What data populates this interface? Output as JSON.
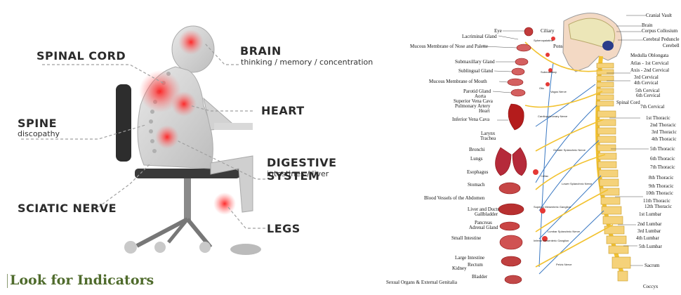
{
  "left_panel": {
    "labels": {
      "spinal_cord": "SPINAL CORD",
      "brain": "BRAIN",
      "brain_sub": "thinking / memory / concentration",
      "spine": "SPINE",
      "spine_sub": "discopathy",
      "heart": "HEART",
      "digestive": "DIGESTIVE SYSTEM",
      "digestive_sub": "intestines / liver",
      "sciatic": "SCIATIC NERVE",
      "legs": "LEGS"
    },
    "heading": "Look for Indicators",
    "colors": {
      "heading": "#4f6b2c",
      "highlight": "#ff2a2a",
      "label": "#2b2b2b"
    }
  },
  "right_panel": {
    "left_labels": [
      "Eye",
      "Lacriminal Gland",
      "Mucous Membrane of Nose and Palette",
      "Submaxillary Gland",
      "Sublingual Gland",
      "Mucous Membrane of Mouth",
      "Parotid Gland",
      "Aorta",
      "Superior Vena Cava",
      "Pulmonary Artery",
      "Heart",
      "Inferior Vena Cava",
      "Larynx",
      "Trachea",
      "Bronchi",
      "Lungs",
      "Esophagus",
      "Stomach",
      "Blood Vessels of the Abdomen",
      "Liver and Ducts",
      "Gallbladder",
      "Pancreas",
      "Adrenal Gland",
      "Small Intestine",
      "Large Intestine",
      "Rectum",
      "Kidney",
      "Bladder",
      "Sexual Organs & External Genitalia"
    ],
    "right_labels": [
      "Cranial Vault",
      "Brain",
      "Corpus Collosium",
      "Cerebral Peduncle",
      "Cerebell",
      "Medulla Oblongata",
      "Atlas - 1st Cervical",
      "Axis - 2nd Cervical",
      "3rd Cervical",
      "4th Cervical",
      "5th Cervical",
      "6th Cervical",
      "Spinal Cord",
      "7th Cervical",
      "1st Thoracic",
      "2nd Thoracic",
      "3rd Thoracic",
      "4th Thoracic",
      "5th Thoracic",
      "6th Thoracic",
      "7th Thoracic",
      "8th Thoracic",
      "9th Thoracic",
      "10th Thoracic",
      "11th Thoracic",
      "12th Thoracic",
      "1st Lumbar",
      "2nd Lumbar",
      "3rd Lumbar",
      "4th Lumbar",
      "5th Lumbar",
      "Sacrum",
      "Coccyx"
    ],
    "inner_labels": [
      "Ciliary",
      "Sphenopalatine",
      "Pons",
      "Submaxillary",
      "Otic",
      "Vagus Nerve",
      "Cardiopulmonary Nerve",
      "Greater Splanchnic Nerve",
      "Celiac",
      "Lower Splanchnic Nerve",
      "Superior Mesenteric Ganglion",
      "Lumbar Splanchnic Nerve",
      "Inferior Mesenteric Ganglion",
      "Pelvic Nerve"
    ]
  }
}
